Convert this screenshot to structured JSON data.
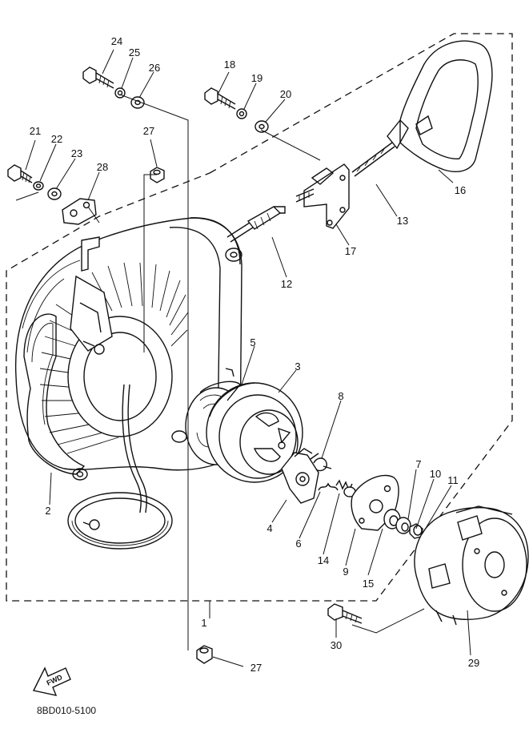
{
  "diagram": {
    "drawing_code": "8BD010-5100",
    "fwd_label": "FWD",
    "callouts": [
      {
        "id": "1",
        "label": "1"
      },
      {
        "id": "2",
        "label": "2"
      },
      {
        "id": "3",
        "label": "3"
      },
      {
        "id": "4",
        "label": "4"
      },
      {
        "id": "5",
        "label": "5"
      },
      {
        "id": "6",
        "label": "6"
      },
      {
        "id": "7",
        "label": "7"
      },
      {
        "id": "8",
        "label": "8"
      },
      {
        "id": "9",
        "label": "9"
      },
      {
        "id": "10",
        "label": "10"
      },
      {
        "id": "11",
        "label": "11"
      },
      {
        "id": "12",
        "label": "12"
      },
      {
        "id": "13",
        "label": "13"
      },
      {
        "id": "14",
        "label": "14"
      },
      {
        "id": "15",
        "label": "15"
      },
      {
        "id": "16",
        "label": "16"
      },
      {
        "id": "17",
        "label": "17"
      },
      {
        "id": "18",
        "label": "18"
      },
      {
        "id": "19",
        "label": "19"
      },
      {
        "id": "20",
        "label": "20"
      },
      {
        "id": "21",
        "label": "21"
      },
      {
        "id": "22",
        "label": "22"
      },
      {
        "id": "23",
        "label": "23"
      },
      {
        "id": "24",
        "label": "24"
      },
      {
        "id": "25",
        "label": "25"
      },
      {
        "id": "26",
        "label": "26"
      },
      {
        "id": "27a",
        "label": "27"
      },
      {
        "id": "27b",
        "label": "27"
      },
      {
        "id": "28",
        "label": "28"
      },
      {
        "id": "29",
        "label": "29"
      },
      {
        "id": "30",
        "label": "30"
      }
    ]
  }
}
